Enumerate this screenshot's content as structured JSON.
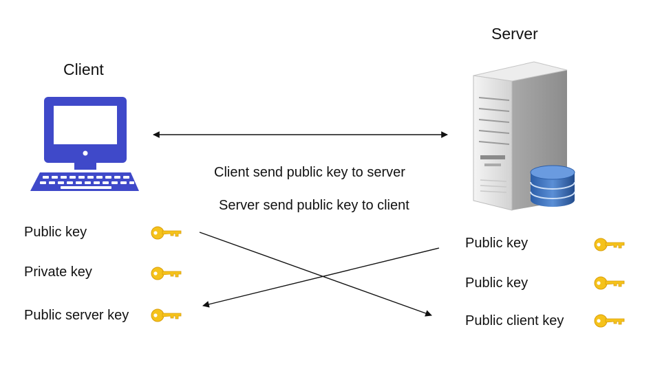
{
  "client": {
    "title": "Client",
    "keys": [
      "Public key",
      "Private key",
      "Public server key"
    ]
  },
  "server": {
    "title": "Server",
    "keys": [
      "Public key",
      "Public key",
      "Public client key"
    ]
  },
  "messages": {
    "client_to_server": "Client send public key to server",
    "server_to_client": "Server send public key to client"
  },
  "colors": {
    "computer": "#3f49c9",
    "key": "#f5c21b",
    "server_body": "#e6e6e6",
    "database": "#3a6db5"
  },
  "icons": [
    "computer-icon",
    "server-icon",
    "database-icon",
    "key-icon"
  ]
}
